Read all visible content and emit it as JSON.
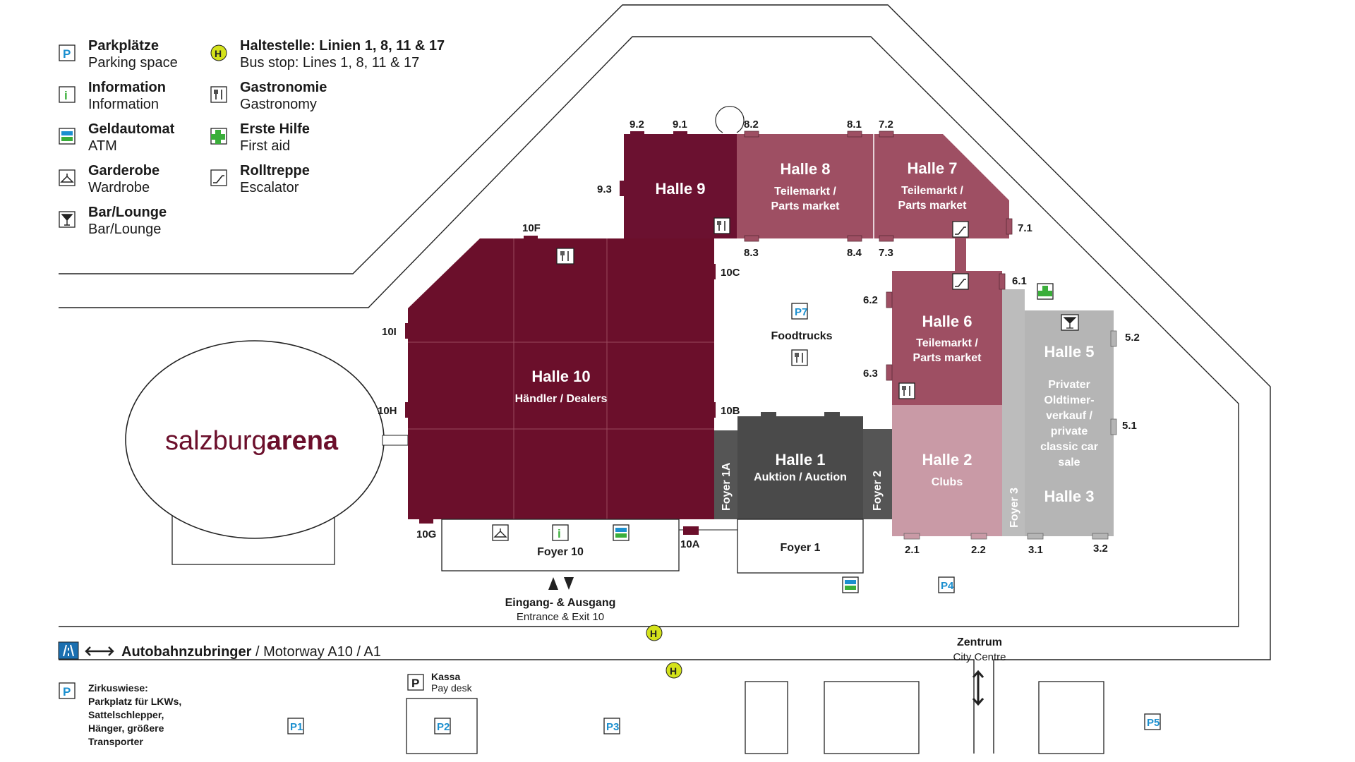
{
  "legend": {
    "parking": {
      "de": "Parkplätze",
      "en": "Parking space",
      "icon": "parking-icon"
    },
    "information": {
      "de": "Information",
      "en": "Information",
      "icon": "info-icon"
    },
    "atm": {
      "de": "Geldautomat",
      "en": "ATM",
      "icon": "atm-icon"
    },
    "wardrobe": {
      "de": "Garderobe",
      "en": "Wardrobe",
      "icon": "hanger-icon"
    },
    "bar": {
      "de": "Bar/Lounge",
      "en": "Bar/Lounge",
      "icon": "cocktail-icon"
    },
    "bus": {
      "de": "Haltestelle: Linien 1, 8, 11  & 17",
      "en": "Bus stop: Lines 1, 8, 11 & 17",
      "icon": "bus-stop-icon"
    },
    "gastro": {
      "de": "Gastronomie",
      "en": "Gastronomy",
      "icon": "cutlery-icon"
    },
    "firstaid": {
      "de": "Erste Hilfe",
      "en": "First aid",
      "icon": "first-aid-icon"
    },
    "escalator": {
      "de": "Rolltreppe",
      "en": "Escalator",
      "icon": "escalator-icon"
    }
  },
  "halls": {
    "h9": {
      "title": "Halle 9"
    },
    "h8": {
      "title": "Halle 8",
      "sub1": "Teilemarkt /",
      "sub2": "Parts market"
    },
    "h7": {
      "title": "Halle 7",
      "sub1": "Teilemarkt /",
      "sub2": "Parts market"
    },
    "h10": {
      "title": "Halle 10",
      "sub": "Händler / Dealers"
    },
    "h6": {
      "title": "Halle 6",
      "sub1": "Teilemarkt /",
      "sub2": "Parts market"
    },
    "h5": {
      "title": "Halle 5",
      "lines": [
        "Privater",
        "Oldtimer-",
        "verkauf /",
        "private",
        "classic car",
        "sale"
      ]
    },
    "h3": {
      "title": "Halle 3"
    },
    "h2": {
      "title": "Halle 2",
      "sub": "Clubs"
    },
    "h1": {
      "title": "Halle 1",
      "sub": "Auktion / Auction"
    }
  },
  "foyers": {
    "f1a": "Foyer 1A",
    "f2": "Foyer 2",
    "f3": "Foyer 3",
    "f1": "Foyer 1",
    "f10": "Foyer 10"
  },
  "doors": {
    "d92": "9.2",
    "d91": "9.1",
    "d82": "8.2",
    "d81": "8.1",
    "d72": "7.2",
    "d93": "9.3",
    "d71": "7.1",
    "d83": "8.3",
    "d84": "8.4",
    "d73": "7.3",
    "d10F": "10F",
    "d10C": "10C",
    "d10I": "10I",
    "d10H": "10H",
    "d10B": "10B",
    "d10G": "10G",
    "d10A": "10A",
    "d61": "6.1",
    "d62": "6.2",
    "d63": "6.3",
    "d52": "5.2",
    "d51": "5.1",
    "d21": "2.1",
    "d22": "2.2",
    "d31": "3.1",
    "d32": "3.2"
  },
  "arena": {
    "light": "salzburg",
    "bold": "arena"
  },
  "foodtrucks": "Foodtrucks",
  "entrance": {
    "de": "Eingang- & Ausgang",
    "en": "Entrance & Exit 10"
  },
  "motorway": {
    "de": "Autobahnzubringer",
    "en": " / Motorway A10 / A1"
  },
  "centre": {
    "de": "Zentrum",
    "en": "City Centre"
  },
  "kassa": {
    "de": "Kassa",
    "en": "Pay desk"
  },
  "zirkus": [
    "Zirkuswiese:",
    "Parkplatz für LKWs,",
    "Sattelschlepper,",
    "Hänger, größere",
    "Transporter"
  ],
  "parking_lots": [
    "P1",
    "P2",
    "P3",
    "P4",
    "P5",
    "P7"
  ],
  "colors": {
    "halle10": "#6b0f2b",
    "halle9": "#6b1130",
    "halle_parts": "#9e4f63",
    "halle2": "#c99aa6",
    "halle1": "#4a4a4a",
    "foyer_dark": "#555555",
    "halle5": "#b5b5b5",
    "foyer3": "#bcbcbc",
    "parking_blue": "#1b8fcf",
    "bus_yellow": "#d4e21b",
    "firstaid_green": "#3aae3a"
  }
}
